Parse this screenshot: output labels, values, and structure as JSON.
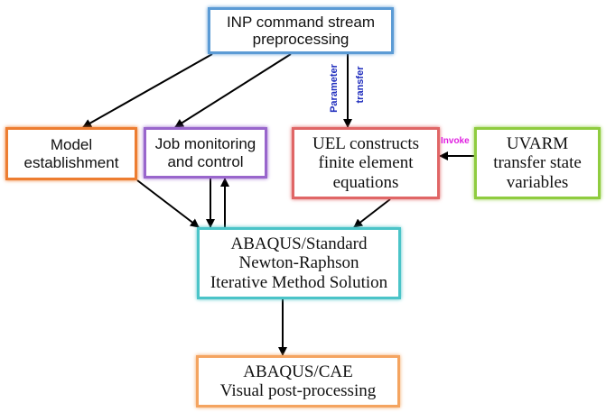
{
  "nodes": {
    "inp": {
      "lines": [
        "INP command stream",
        "preprocessing"
      ],
      "color": "#5b9bd5"
    },
    "model": {
      "lines": [
        "Model",
        "establishment"
      ],
      "color": "#ed7d31"
    },
    "job": {
      "lines": [
        "Job monitoring",
        "and control"
      ],
      "color": "#9966cc"
    },
    "uel": {
      "lines": [
        "UEL constructs",
        "finite element",
        "equations"
      ],
      "color": "#e06666"
    },
    "uvarm": {
      "lines": [
        "UVARM",
        "transfer state",
        "variables"
      ],
      "color": "#8fcc3f"
    },
    "abaqus": {
      "lines": [
        "ABAQUS/Standard",
        "Newton-Raphson",
        "Iterative Method Solution"
      ],
      "color": "#4bc4c8"
    },
    "cae": {
      "lines": [
        "ABAQUS/CAE",
        "Visual post-processing"
      ],
      "color": "#f4a460"
    }
  },
  "edge_labels": {
    "parameter": {
      "text": "Parameter",
      "color": "#1f2dbd"
    },
    "transfer": {
      "text": "transfer",
      "color": "#1f2dbd"
    },
    "invoke": {
      "text": "Invoke",
      "color": "#e020e0"
    }
  }
}
